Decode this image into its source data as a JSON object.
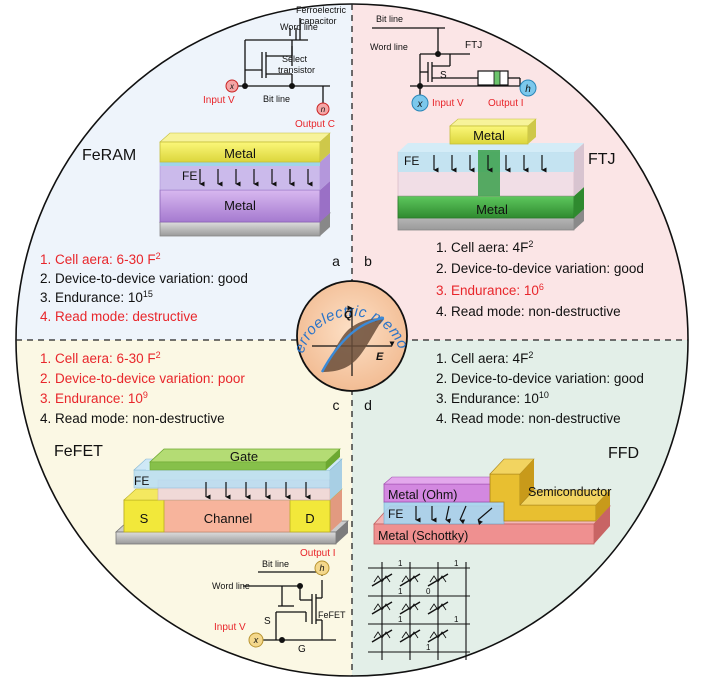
{
  "center": {
    "title": "Ferroelectric memory",
    "axis_q": "Q",
    "axis_e": "E"
  },
  "quadrants": {
    "a": {
      "letter": "a",
      "name": "FeRAM",
      "circuit": {
        "word_line": "Word line",
        "capacitor_line1": "Ferroelectric",
        "capacitor_line2": "capacitor",
        "transistor_line1": "Select",
        "transistor_line2": "transistor",
        "bit_line": "Bit line",
        "input_symbol": "x",
        "input_label": "Input V",
        "output_symbol": "n",
        "output_label": "Output C"
      },
      "device": {
        "top": "Metal",
        "fe": "FE",
        "bottom": "Metal"
      },
      "specs": [
        {
          "num": "1.",
          "text": "Cell aera: 6-30 F",
          "sup": "2",
          "highlight": true
        },
        {
          "num": "2.",
          "text": "Device-to-device variation: good",
          "sup": "",
          "highlight": false
        },
        {
          "num": "3.",
          "text": "Endurance: 10",
          "sup": "15",
          "highlight": false
        },
        {
          "num": "4.",
          "text": "Read mode: destructive",
          "sup": "",
          "highlight": true
        }
      ]
    },
    "b": {
      "letter": "b",
      "name": "FTJ",
      "circuit": {
        "bit_line": "Bit line",
        "word_line": "Word line",
        "ftj": "FTJ",
        "s": "S",
        "input_symbol": "x",
        "input_label": "Input V",
        "output_symbol": "h",
        "output_label": "Output I"
      },
      "device": {
        "top": "Metal",
        "fe": "FE",
        "bottom": "Metal"
      },
      "specs": [
        {
          "num": "1.",
          "text": "Cell aera: 4F",
          "sup": "2",
          "highlight": false
        },
        {
          "num": "2.",
          "text": "Device-to-device variation: good",
          "sup": "",
          "highlight": false
        },
        {
          "num": "3.",
          "text": "Endurance: 10",
          "sup": "6",
          "highlight": true
        },
        {
          "num": "4.",
          "text": "Read mode: non-destructive",
          "sup": "",
          "highlight": false
        }
      ]
    },
    "c": {
      "letter": "c",
      "name": "FeFET",
      "circuit": {
        "bit_line": "Bit line",
        "word_line": "Word line",
        "s": "S",
        "g": "G",
        "fefet": "FeFET",
        "input_symbol": "x",
        "input_label": "Input V",
        "output_symbol": "h",
        "output_label": "Output I"
      },
      "device": {
        "gate": "Gate",
        "fe": "FE",
        "source": "S",
        "channel": "Channel",
        "drain": "D"
      },
      "specs": [
        {
          "num": "1.",
          "text": "Cell aera: 6-30 F",
          "sup": "2",
          "highlight": true
        },
        {
          "num": "2.",
          "text": "Device-to-device variation: poor",
          "sup": "",
          "highlight": true
        },
        {
          "num": "3.",
          "text": "Endurance: 10",
          "sup": "9",
          "highlight": true
        },
        {
          "num": "4.",
          "text": "Read mode: non-destructive",
          "sup": "",
          "highlight": false
        }
      ]
    },
    "d": {
      "letter": "d",
      "name": "FFD",
      "device": {
        "top": "Metal (Ohm)",
        "semi": "Semiconductor",
        "fe": "FE",
        "bottom": "Metal  (Schottky)"
      },
      "array_values": [
        "1",
        "1",
        "1",
        "0",
        "1",
        "1",
        "1"
      ],
      "specs": [
        {
          "num": "1.",
          "text": "Cell aera: 4F",
          "sup": "2",
          "highlight": false
        },
        {
          "num": "2.",
          "text": "Device-to-device variation: good",
          "sup": "",
          "highlight": false
        },
        {
          "num": "3.",
          "text": "Endurance: 10",
          "sup": "10",
          "highlight": false
        },
        {
          "num": "4.",
          "text": "Read mode: non-destructive",
          "sup": "",
          "highlight": false
        }
      ]
    }
  },
  "colors": {
    "quad_a_bg": "#eef4fb",
    "quad_b_bg": "#fbe5e6",
    "quad_c_bg": "#fbf8e4",
    "quad_d_bg": "#e3efe8",
    "highlight": "#e8262b",
    "metal_yellow": "#f2ee58",
    "fe_blue": "#a9dcf2",
    "metal_purple": "#c49be6",
    "metal_green": "#3eaa3e",
    "gate_green": "#90cc58",
    "channel_salmon": "#f7b49c",
    "sd_yellow": "#f2e83a",
    "semi_gold": "#e6bd2c",
    "ohm_magenta": "#cc73dc",
    "schottky_salmon": "#f29494",
    "center_orange": "#f6c9a6"
  }
}
